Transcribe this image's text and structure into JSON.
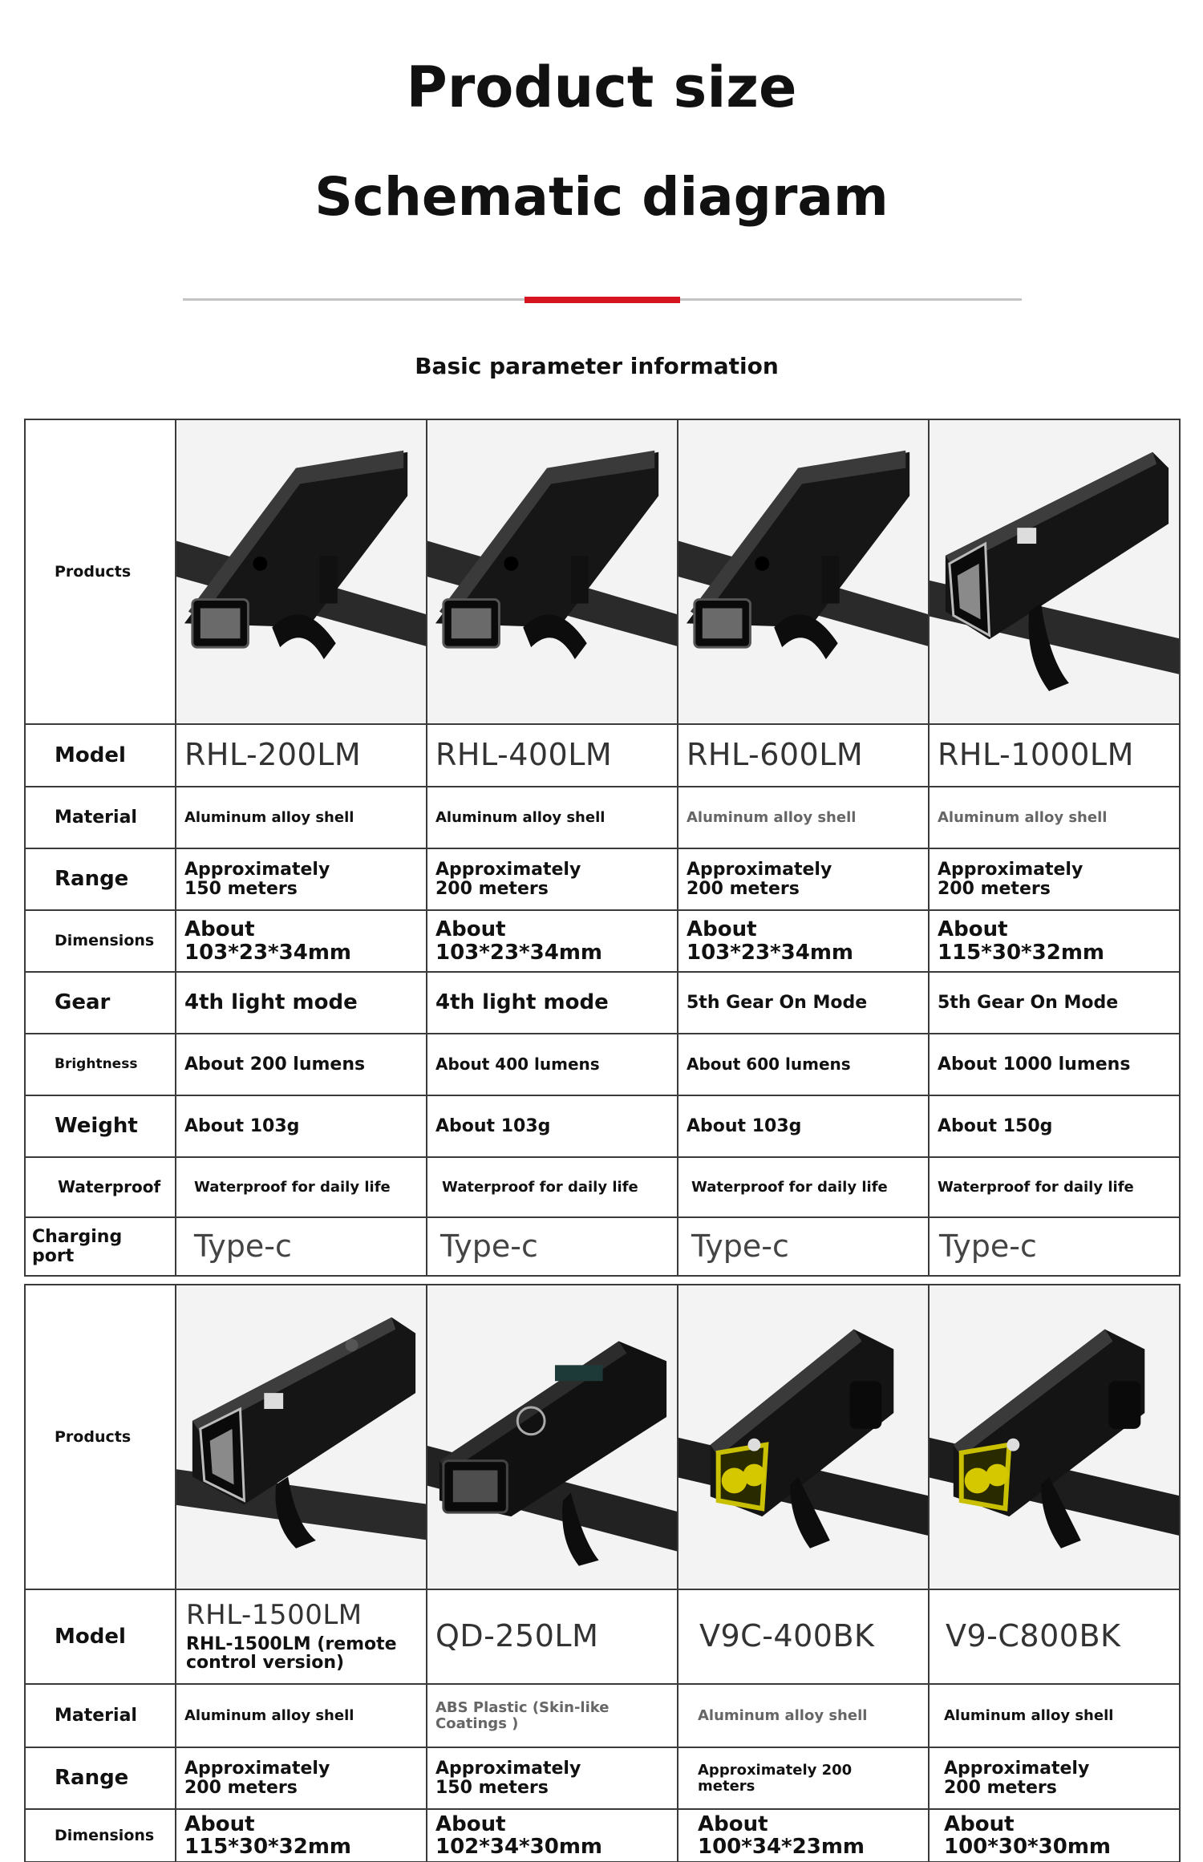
{
  "header": {
    "title_line1": "Product size",
    "title_line2": "Schematic diagram",
    "subtitle": "Basic parameter information"
  },
  "colors": {
    "accent": "#d6141f",
    "divider": "#c4c4c4",
    "border": "#3a3a3a"
  },
  "labels": {
    "products": "Products",
    "model": "Model",
    "material": "Material",
    "range": "Range",
    "dimensions": "Dimensions",
    "gear": "Gear",
    "brightness": "Brightness",
    "weight": "Weight",
    "waterproof": "Waterproof",
    "charging_port": "Charging port"
  },
  "table1": {
    "products": [
      {
        "image": "bike-light-rhl-200lm",
        "model": "RHL-200LM",
        "material": "Aluminum alloy shell",
        "range_line1": "Approximately",
        "range_line2": "150 meters",
        "dimensions": "About 103*23*34mm",
        "gear": "4th light mode",
        "brightness": "About 200 lumens",
        "weight": "About 103g",
        "waterproof": "Waterproof for daily life",
        "charging_port": "Type-c"
      },
      {
        "image": "bike-light-rhl-400lm",
        "model": "RHL-400LM",
        "material": "Aluminum alloy shell",
        "range_line1": "Approximately",
        "range_line2": "200 meters",
        "dimensions": "About 103*23*34mm",
        "gear": "4th light mode",
        "brightness": "About 400 lumens",
        "weight": "About 103g",
        "waterproof": "Waterproof for daily life",
        "charging_port": "Type-c"
      },
      {
        "image": "bike-light-rhl-600lm",
        "model": "RHL-600LM",
        "material": "Aluminum alloy shell",
        "range_line1": "Approximately",
        "range_line2": "200 meters",
        "dimensions": "About 103*23*34mm",
        "gear": "5th Gear On Mode",
        "brightness": "About 600 lumens",
        "weight": "About 103g",
        "waterproof": "Waterproof for daily life",
        "charging_port": "Type-c"
      },
      {
        "image": "bike-light-rhl-1000lm",
        "model": "RHL-1000LM",
        "material": "Aluminum alloy shell",
        "range_line1": "Approximately",
        "range_line2": "200 meters",
        "dimensions": "About 115*30*32mm",
        "gear": "5th Gear On Mode",
        "brightness": "About 1000 lumens",
        "weight": "About 150g",
        "waterproof": "Waterproof for daily life",
        "charging_port": "Type-c"
      }
    ]
  },
  "table2": {
    "products": [
      {
        "image": "bike-light-rhl-1500lm",
        "model": "RHL-1500LM",
        "model_note": "RHL-1500LM (remote control version)",
        "material": "Aluminum alloy shell",
        "range_line1": "Approximately",
        "range_line2": "200 meters",
        "dimensions": "About 115*30*32mm"
      },
      {
        "image": "bike-light-qd-250lm",
        "model": "QD-250LM",
        "model_note": "",
        "material": "ABS Plastic (Skin-like Coatings  )",
        "range_line1": "Approximately",
        "range_line2": "150 meters",
        "dimensions": "About 102*34*30mm"
      },
      {
        "image": "bike-light-v9c-400bk",
        "model": "V9C-400BK",
        "model_note": "",
        "material": "Aluminum alloy shell",
        "range_line1": "Approximately 200",
        "range_line2": "meters",
        "dimensions": "About 100*34*23mm"
      },
      {
        "image": "bike-light-v9-c800bk",
        "model": "V9-C800BK",
        "model_note": "",
        "material": "Aluminum alloy shell",
        "range_line1": "Approximately",
        "range_line2": "200 meters",
        "dimensions": "About 100*30*30mm"
      }
    ]
  }
}
